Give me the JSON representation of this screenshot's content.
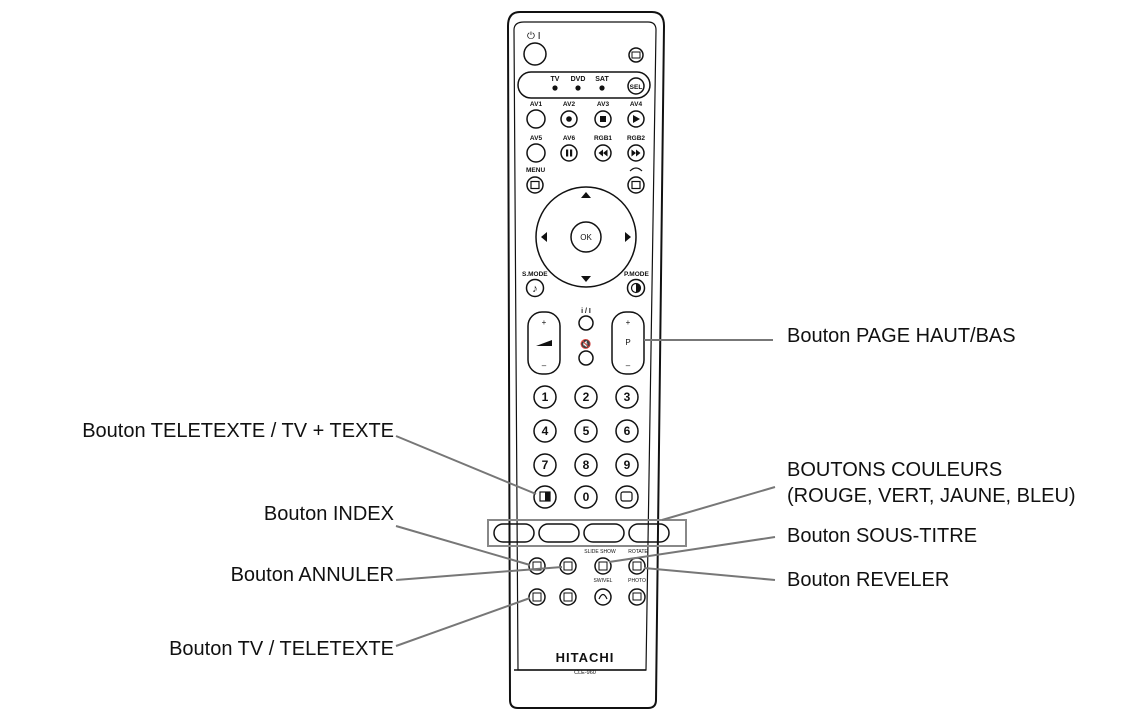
{
  "remote": {
    "brand": "HITACHI",
    "model": "CLE-960",
    "power_label": "⏻ I",
    "source_labels": [
      "TV",
      "DVD",
      "SAT"
    ],
    "sel_label": "SEL",
    "av_row1": [
      "AV1",
      "AV2",
      "AV3",
      "AV4"
    ],
    "av_row2": [
      "AV5",
      "AV6",
      "RGB1",
      "RGB2"
    ],
    "menu_label": "MENU",
    "ok_label": "OK",
    "smode_label": "S.MODE",
    "pmode_label": "P.MODE",
    "vol_plus": "+",
    "vol_minus": "–",
    "prog_plus": "+",
    "prog_minus": "–",
    "prog_label": "P",
    "info_label": "i / I",
    "digits": [
      "1",
      "2",
      "3",
      "4",
      "5",
      "6",
      "7",
      "8",
      "9",
      "0"
    ],
    "slide_show_label": "SLIDE SHOW",
    "rotate_label": "ROTATE",
    "swivel_label": "SWIVEL",
    "photo_label": "PHOTO"
  },
  "callouts": {
    "teletext_tv_text": "Bouton TELETEXTE / TV + TEXTE",
    "index": "Bouton INDEX",
    "annuler": "Bouton ANNULER",
    "tv_teletext": "Bouton TV / TELETEXTE",
    "page_haut_bas": "Bouton PAGE HAUT/BAS",
    "couleurs_line1": "BOUTONS COULEURS",
    "couleurs_line2": "(ROUGE, VERT, JAUNE, BLEU)",
    "sous_titre": "Bouton SOUS-TITRE",
    "reveler": "Bouton REVELER"
  },
  "colors": {
    "outline": "#111111",
    "leader": "#777777",
    "background": "#ffffff"
  }
}
